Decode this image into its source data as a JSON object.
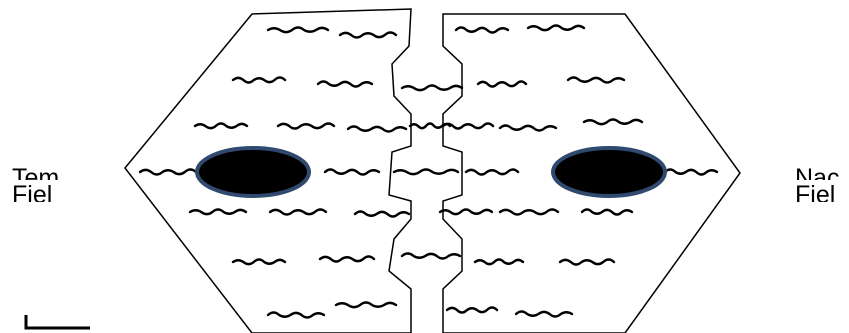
{
  "labels": {
    "left_line_1": "Tem",
    "left_line_2": "Fiel",
    "right_line_1": "Nac",
    "right_line_2": "Fiel"
  },
  "colors": {
    "outline": "#000000",
    "squiggle": "#000000",
    "nucleus_fill": "#000000",
    "nucleus_border": "#2f4a6e",
    "background": "#ffffff"
  },
  "icons": {
    "squiggle": "wavy-line-icon",
    "nucleus": "ellipse-nucleus-icon",
    "scale_bar": "scale-bar-icon"
  }
}
